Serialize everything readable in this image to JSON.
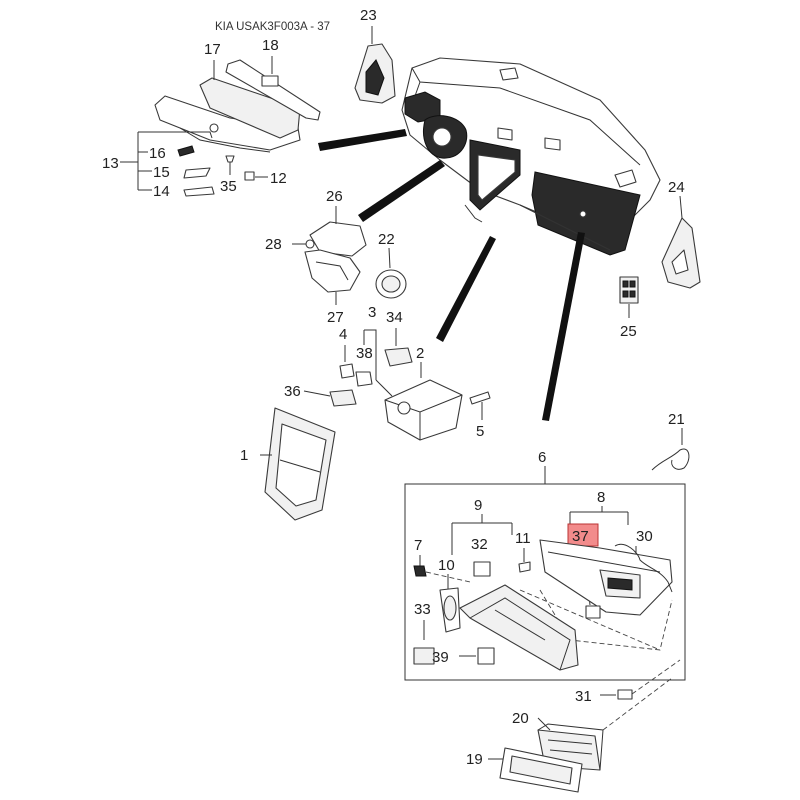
{
  "header": {
    "title": "KIA USAK3F003A - 37"
  },
  "colors": {
    "highlight": "#f28b8b",
    "ink": "#222222",
    "dark": "#111111"
  },
  "callouts": {
    "c1": "1",
    "c2": "2",
    "c3": "3",
    "c4": "4",
    "c5": "5",
    "c6": "6",
    "c7": "7",
    "c8": "8",
    "c9": "9",
    "c10": "10",
    "c11": "11",
    "c12": "12",
    "c13": "13",
    "c14": "14",
    "c15": "15",
    "c16": "16",
    "c17": "17",
    "c18": "18",
    "c19": "19",
    "c20": "20",
    "c21": "21",
    "c22": "22",
    "c23": "23",
    "c24": "24",
    "c25": "25",
    "c26": "26",
    "c27": "27",
    "c28": "28",
    "c29": "",
    "c30": "30",
    "c31": "31",
    "c32": "32",
    "c33": "33",
    "c34": "34",
    "c35": "35",
    "c36": "36",
    "c37": "37",
    "c38": "38",
    "c39": "39"
  },
  "highlighted_part": "37"
}
